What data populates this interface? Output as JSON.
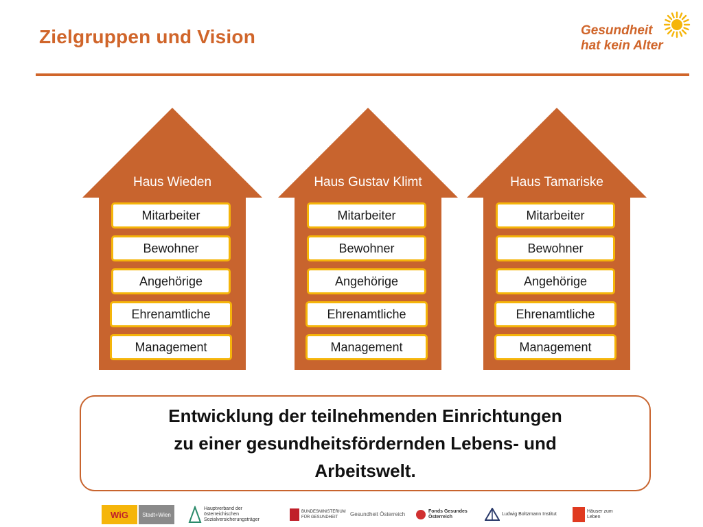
{
  "slide": {
    "title": "Zielgruppen und Vision"
  },
  "brand": {
    "line1": "Gesundheit",
    "line2": "hat kein Alter",
    "icon": "sun-icon",
    "color": "#d0652a"
  },
  "houses": [
    {
      "name": "Haus Wieden",
      "groups": [
        "Mitarbeiter",
        "Bewohner",
        "Angehörige",
        "Ehrenamtliche",
        "Management"
      ]
    },
    {
      "name": "Haus Gustav Klimt",
      "groups": [
        "Mitarbeiter",
        "Bewohner",
        "Angehörige",
        "Ehrenamtliche",
        "Management"
      ]
    },
    {
      "name": "Haus Tamariske",
      "groups": [
        "Mitarbeiter",
        "Bewohner",
        "Angehörige",
        "Ehrenamtliche",
        "Management"
      ]
    }
  ],
  "vision": {
    "line1": "Entwicklung der teilnehmenden Einrichtungen",
    "line2": "zu einer gesundheitsfördernden Lebens- und",
    "line3": "Arbeitswelt."
  },
  "footer_logos": [
    {
      "text": "WiG"
    },
    {
      "text": "Stadt+Wien"
    },
    {
      "text": "Hauptverband der österreichischen Sozialversicherungsträger"
    },
    {
      "text": "BUNDESMINISTERIUM FÜR GESUNDHEIT"
    },
    {
      "text": "Gesundheit Österreich"
    },
    {
      "text": "Fonds Gesundes Österreich"
    },
    {
      "text": "Ludwig Boltzmann Institut"
    },
    {
      "text": "Häuser zum Leben"
    }
  ],
  "colors": {
    "accent": "#d0652a",
    "house": "#c8642e",
    "box_border": "#f5b50a"
  }
}
